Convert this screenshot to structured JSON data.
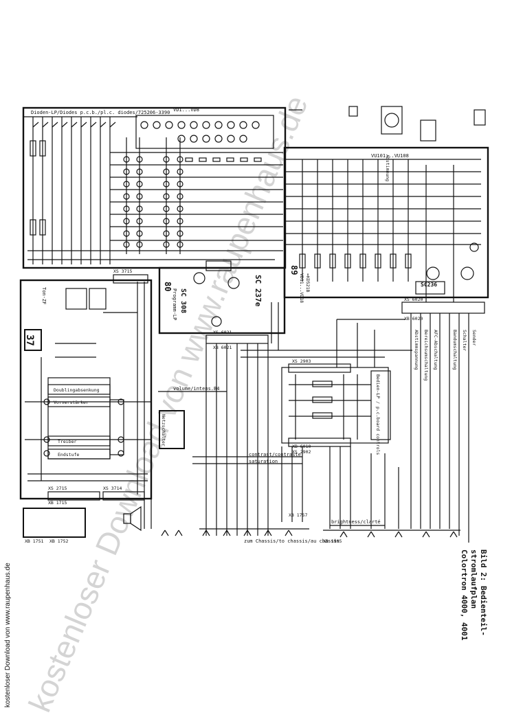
{
  "watermark": {
    "main": "kostenloser Download von www.raupenhaus.de",
    "side": "kostenloser Download von www.raupenhaus.de"
  },
  "caption": {
    "line1": "Bild 2: Bedienteil-",
    "line2": "stromlaufplan",
    "line3": "Colortron 4000, 4001"
  },
  "modules": {
    "m37": "37",
    "m80": "80",
    "m89": "89",
    "diode_title": "Dioden-LP/Diodes p.c.b./pl.c. diodes/725206-3390",
    "prog_label": "Programm-LP",
    "sc308": "SC 308",
    "sc237": "SC 237e",
    "sc236": "SC236",
    "board_label": "Bedien-LP / p.c.board controls",
    "tuning": "Abstimmung",
    "volume": "volume/intens.B4",
    "contrast": "contrast/contraste",
    "saturation": "saturation",
    "brightness": "brightness/clarté",
    "chassis": "zum Chassis/to chassis/au chassis",
    "pre_amp": "Vorverstärker",
    "driver": "Treiber",
    "end_stage": "Endstufe",
    "dual_stage": "Doublingabsenkung",
    "ton": "Ton-ZF",
    "vu101": "VU101...VU108",
    "vd11": "VD11...VD18",
    "kd": "≈KD521B",
    "mains": "Netzschalter",
    "upper_label": "VD1...VD8"
  },
  "connectors": [
    "XS 3715",
    "XB 1715",
    "XS 2715",
    "XS 3714",
    "XB 1751",
    "XB 1752",
    "XS 6021",
    "XB 6021",
    "XS 2903",
    "XS 2902",
    "XB 6010",
    "XS 6020",
    "XB 6020",
    "XB 1905",
    "XB 1757"
  ],
  "vertical_notes": [
    "Abstimmspannung",
    "Bereichsumschaltung",
    "AFC-Abschaltung",
    "Bandumschaltung",
    "Schalter",
    "Sender"
  ]
}
